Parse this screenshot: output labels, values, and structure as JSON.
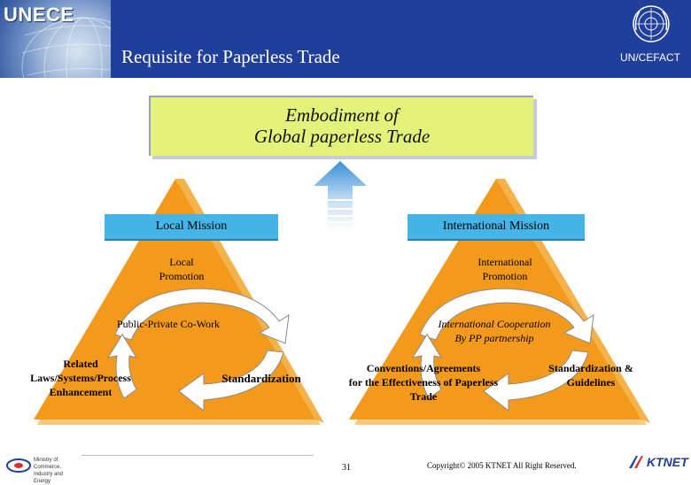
{
  "header": {
    "brand": "UNECE",
    "title": "Requisite for Paperless Trade",
    "org": "UN/CEFACT",
    "emblem_icon": "un-emblem-icon",
    "background_color": "#1f3f9a"
  },
  "top_box": {
    "line1": "Embodiment of",
    "line2": "Global paperless Trade",
    "color": "#e4f27b"
  },
  "left_triangle": {
    "mission": "Local Mission",
    "top_label_line1": "Local",
    "top_label_line2": "Promotion",
    "middle_label": "Public-Private Co-Work",
    "bottom_left_line1": "Related",
    "bottom_left_line2": "Laws/Systems/Process",
    "bottom_left_line3": "Enhancement",
    "bottom_right": "Standardization"
  },
  "right_triangle": {
    "mission": "International Mission",
    "top_label_line1": "International",
    "top_label_line2": "Promotion",
    "middle_label_line1": "International Cooperation",
    "middle_label_line2": "By PP partnership",
    "bottom_left_line1": "Conventions/Agreements",
    "bottom_left_line2": "for the Effectiveness of   Paperless",
    "bottom_left_line3": "Trade",
    "bottom_right_line1": "Standardization &",
    "bottom_right_line2": "Guidelines"
  },
  "colors": {
    "triangle": "#f39a1c",
    "triangle_shadow": "#f7c97d",
    "mission_bar": "#45b4e6"
  },
  "footer": {
    "ministry_logo_text_line1": "Ministry of Commerce,",
    "ministry_logo_text_line2": "Industry and Energy",
    "page_number": "31",
    "copyright": "Copyright© 2005  KTNET  All Right Reserved.",
    "ktnet_logo": "KTNET"
  }
}
